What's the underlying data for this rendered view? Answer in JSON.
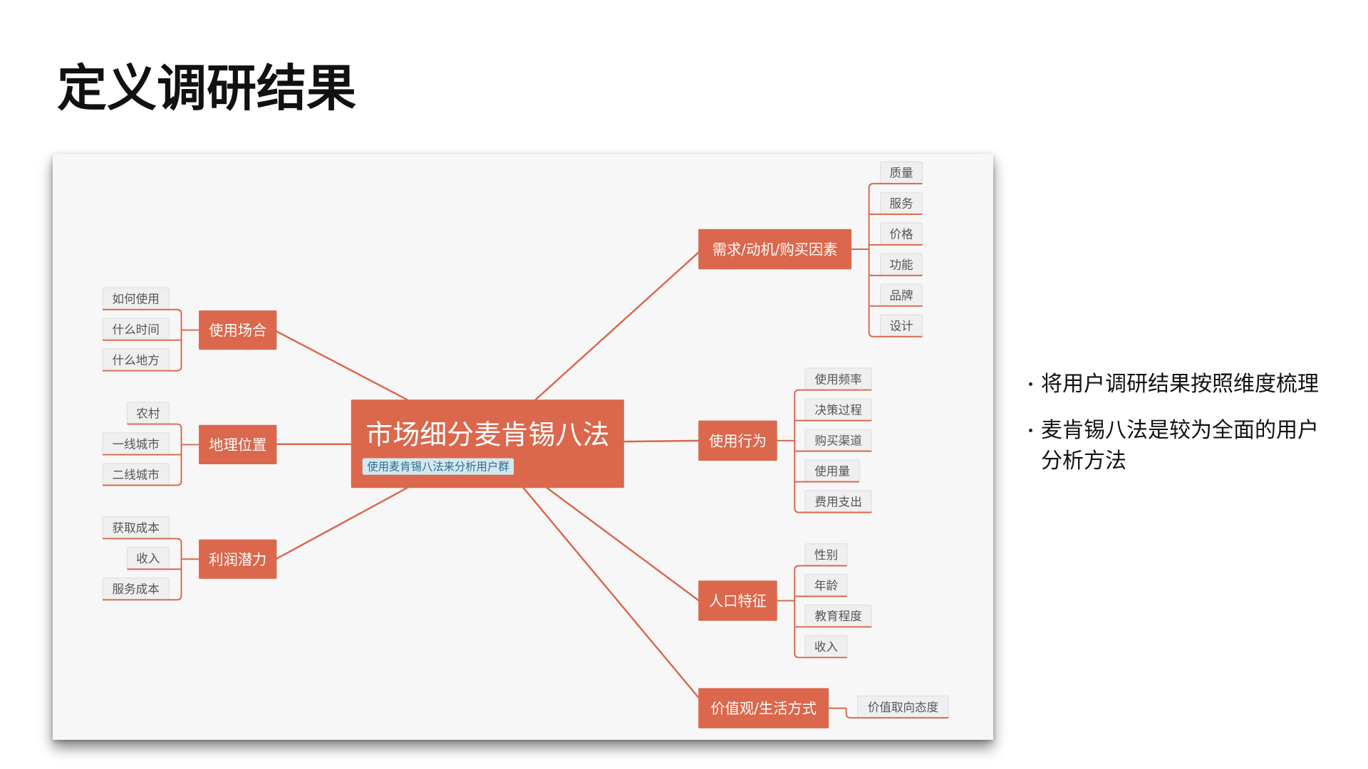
{
  "slide": {
    "title": "定义调研结果",
    "bullets": [
      "将用户调研结果按照维度梳理",
      "麦肯锡八法是较为全面的用户分析方法"
    ]
  },
  "mindmap": {
    "central": {
      "title": "市场细分麦肯锡八法",
      "note": "使用麦肯锡八法来分析用户群"
    },
    "branches": [
      {
        "label": "需求/动机/购买因素",
        "children": [
          "质量",
          "服务",
          "价格",
          "功能",
          "品牌",
          "设计"
        ]
      },
      {
        "label": "使用行为",
        "children": [
          "使用频率",
          "决策过程",
          "购买渠道",
          "使用量",
          "费用支出"
        ]
      },
      {
        "label": "人口特征",
        "children": [
          "性别",
          "年龄",
          "教育程度",
          "收入"
        ]
      },
      {
        "label": "价值观/生活方式",
        "children": [
          "价值取向态度"
        ]
      },
      {
        "label": "使用场合",
        "children": [
          "如何使用",
          "什么时间",
          "什么地方"
        ]
      },
      {
        "label": "地理位置",
        "children": [
          "农村",
          "一线城市",
          "二线城市"
        ]
      },
      {
        "label": "利润潜力",
        "children": [
          "获取成本",
          "收入",
          "服务成本"
        ]
      }
    ]
  },
  "colors": {
    "topic": "#db674c",
    "topic_text": "#ffffff",
    "note_background": "#d3e8f1",
    "note_text": "#2f6d8c",
    "leaf_background": "#efefef",
    "leaf_border": "#dcdcdc",
    "leaf_text": "#555555",
    "canvas": "#f7f7f7"
  }
}
